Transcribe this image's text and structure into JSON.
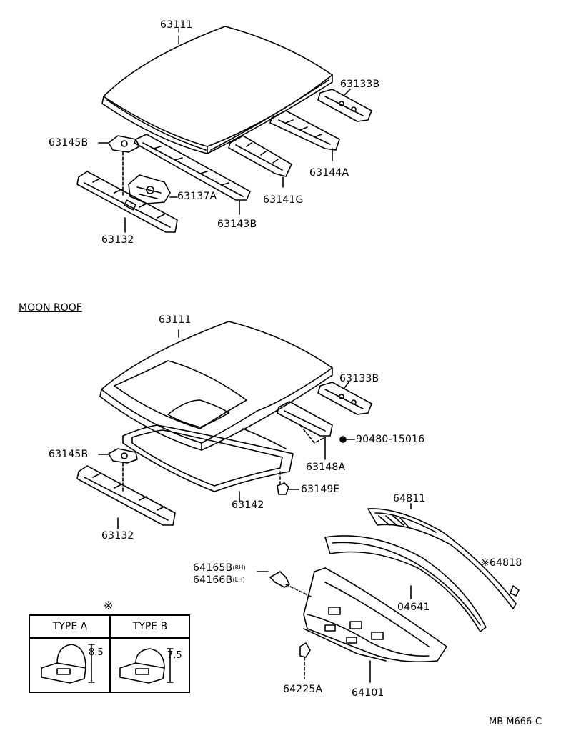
{
  "upper": {
    "labels": {
      "roof_panel": "63111",
      "rear_rail": "63133B",
      "bracket_a": "63145B",
      "reinforce_a": "63144A",
      "front_header_rail": "63132",
      "roof_bow_a": "63137A",
      "roof_bow_b": "63143B",
      "roof_bow_c": "63141G"
    }
  },
  "moon_roof": {
    "title": "MOON ROOF",
    "labels": {
      "roof_panel": "63111",
      "rear_rail": "63133B",
      "clip": "90480-15016",
      "bracket": "63145B",
      "reinforce": "63148A",
      "retainer": "63149E",
      "frame": "63142",
      "front_header_rail": "63132"
    }
  },
  "rear": {
    "labels": {
      "package_tray_panel": "64811",
      "pad": "64818",
      "hinge_rh": "64165B",
      "hinge_rh_suffix": "(RH)",
      "hinge_lh": "64166B",
      "hinge_lh_suffix": "(LH)",
      "weatherstrip": "04641",
      "back_panel": "64101",
      "lock": "64225A"
    },
    "star_mark": "※"
  },
  "type_table": {
    "header_star": "※",
    "type_a": "TYPE A",
    "type_b": "TYPE B",
    "dim_a": "8.5",
    "dim_b": "7.5"
  },
  "footer": {
    "code": "MB M666-C"
  }
}
